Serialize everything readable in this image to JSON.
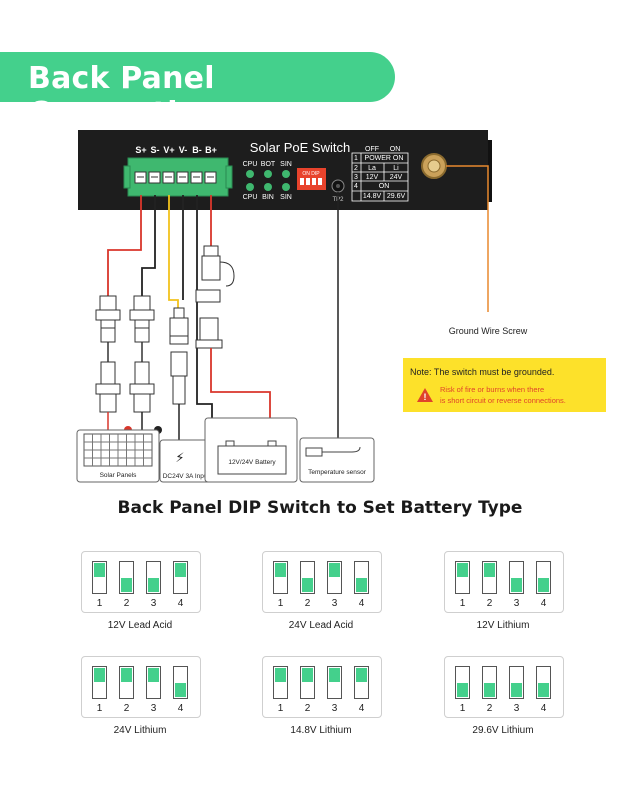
{
  "banner": {
    "title": "Back Panel Connection"
  },
  "device": {
    "title": "Solar PoE Switch",
    "terminal_labels": [
      "S+",
      "S-",
      "V+",
      "V-",
      "B-",
      "B+"
    ],
    "led_top": [
      "CPU",
      "BOT",
      "SIN"
    ],
    "led_bottom": [
      "CPU",
      "BIN",
      "SIN"
    ],
    "dip_label": "ON DIP",
    "dip_numbers": [
      "1",
      "2",
      "3",
      "4"
    ],
    "tp_label": "TP2",
    "table": {
      "head": [
        "OFF",
        "ON"
      ],
      "rows": [
        {
          "n": "1",
          "cells": [
            "POWER ON"
          ]
        },
        {
          "n": "2",
          "cells": [
            "La",
            "Li"
          ]
        },
        {
          "n": "3",
          "cells": [
            "12V",
            "24V"
          ]
        },
        {
          "n": "4",
          "cells": [
            "ON"
          ]
        },
        {
          "n": "",
          "cells": [
            "14.8V",
            "29.6V"
          ]
        }
      ]
    }
  },
  "ground": {
    "label": "Ground Wire Screw"
  },
  "note": {
    "title": "Note:  The switch must be grounded.",
    "warning_line1": "Risk of fire or burns when there",
    "warning_line2": "is short circuit or reverse connections.",
    "bg": "#fde12a",
    "warning_color": "#e0442a"
  },
  "components": {
    "solar": "Solar Panels",
    "dc": "DC24V 3A Input",
    "battery": "12V/24V Battery",
    "temp": "Temperature sensor"
  },
  "dip_section": {
    "title": "Back Panel DIP Switch to Set Battery Type",
    "configs": [
      {
        "label": "12V Lead Acid",
        "switches": [
          true,
          false,
          false,
          true
        ]
      },
      {
        "label": "24V Lead Acid",
        "switches": [
          true,
          false,
          true,
          false
        ]
      },
      {
        "label": "12V Lithium",
        "switches": [
          true,
          true,
          false,
          false
        ]
      },
      {
        "label": "24V Lithium",
        "switches": [
          true,
          true,
          true,
          false
        ]
      },
      {
        "label": "14.8V Lithium",
        "switches": [
          true,
          true,
          true,
          true
        ]
      },
      {
        "label": "29.6V Lithium",
        "switches": [
          false,
          false,
          false,
          false
        ]
      }
    ]
  },
  "colors": {
    "accent": "#44d08c",
    "red_wire": "#d9362b",
    "orange_wire": "#e8892e",
    "yellow_wire": "#f2c21d"
  }
}
